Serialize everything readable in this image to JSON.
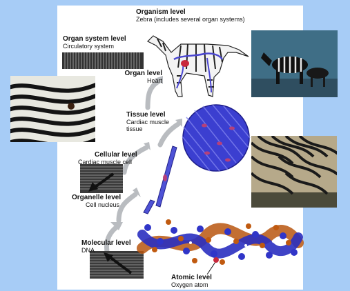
{
  "levels": {
    "organism": {
      "title": "Organism level",
      "desc": "Zebra (includes several organ systems)"
    },
    "organ_system": {
      "title": "Organ system level",
      "desc": "Circulatory system"
    },
    "organ": {
      "title": "Organ level",
      "desc": "Heart"
    },
    "tissue": {
      "title": "Tissue level",
      "desc1": "Cardiac muscle",
      "desc2": "tissue"
    },
    "cellular": {
      "title": "Cellular level",
      "desc": "Cardiac muscle cell"
    },
    "organelle": {
      "title": "Organelle level",
      "desc": "Cell nucleus"
    },
    "molecular": {
      "title": "Molecular level",
      "desc": "DNA"
    },
    "atomic": {
      "title": "Atomic level",
      "desc": "Oxygen atom"
    }
  },
  "colors": {
    "background": "#a7ccf6",
    "panel": "#ffffff",
    "tissue_blue": "#3b3fd0",
    "dna_orange": "#b8560f",
    "dna_blue": "#2a2fc0",
    "arrow_gray": "#b9bcc0"
  }
}
